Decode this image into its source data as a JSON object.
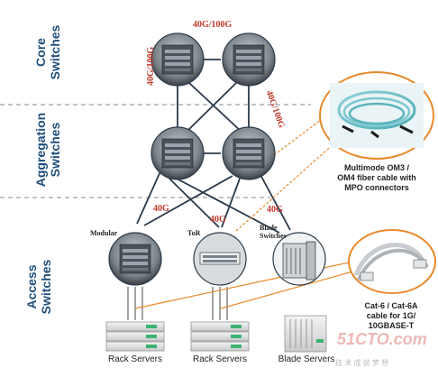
{
  "tiers": {
    "core": [
      "Core",
      "Switches"
    ],
    "aggregation": [
      "Aggregation",
      "Switches"
    ],
    "access": [
      "Access",
      "Switches"
    ]
  },
  "links": {
    "core_top": "40G/100G",
    "core_left": "40G/100G",
    "core_right": "40G/100G",
    "agg_left": "40G",
    "agg_mid": "40G",
    "agg_right": "40G"
  },
  "devices": {
    "modular": "Modular",
    "tor": "ToR",
    "blade_switches": [
      "Blade",
      "Switches"
    ]
  },
  "callouts": {
    "fiber": [
      "Multimode OM3 /",
      "OM4 fiber cable with",
      "MPO connectors"
    ],
    "copper": [
      "Cat-6 / Cat-6A",
      "cable for 1G/",
      "10GBASE-T"
    ]
  },
  "servers": {
    "rack1": "Rack Servers",
    "rack2": "Rack Servers",
    "blade": "Blade Servers"
  },
  "watermark": {
    "main": "51CTO.com",
    "sub": "技 术 成 就 梦 想"
  },
  "colors": {
    "tier_text": "#1f4e79",
    "speed_text": "#c0392b",
    "callout_border": "#e8892b",
    "dashed_divider": "#9aa0a6"
  }
}
